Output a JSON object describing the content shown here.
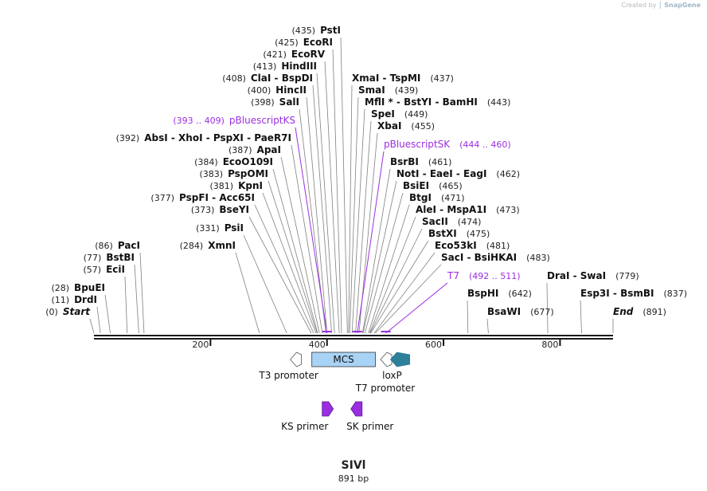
{
  "credit": {
    "prefix": "Created by",
    "brand": "SnapGene"
  },
  "map": {
    "name": "SIVl",
    "length": "891 bp"
  },
  "scale": {
    "start": 0,
    "end": 891
  },
  "ticks": [
    {
      "label": "200",
      "pos": 200
    },
    {
      "label": "400",
      "pos": 400
    },
    {
      "label": "600",
      "pos": 600
    },
    {
      "label": "800",
      "pos": 800
    }
  ],
  "sites": [
    {
      "pos": "(435)",
      "name": "PstI",
      "p": 435
    },
    {
      "pos": "(425)",
      "name": "EcoRI",
      "p": 425
    },
    {
      "pos": "(421)",
      "name": "EcoRV",
      "p": 421
    },
    {
      "pos": "(413)",
      "name": "HindIII",
      "p": 413
    },
    {
      "pos": "(408)",
      "name": "ClaI  -  BspDI",
      "p": 408
    },
    {
      "pos": "(400)",
      "name": "HincII",
      "p": 400
    },
    {
      "pos": "(398)",
      "name": "SalI",
      "p": 398
    },
    {
      "pos": "(393 .. 409)",
      "name": "pBluescriptKS",
      "p": 400,
      "feature": true
    },
    {
      "pos": "(392)",
      "name": "AbsI  -  XhoI  -  PspXI  -  PaeR7I",
      "p": 392
    },
    {
      "pos": "(387)",
      "name": "ApaI",
      "p": 387
    },
    {
      "pos": "(384)",
      "name": "EcoO109I",
      "p": 384
    },
    {
      "pos": "(383)",
      "name": "PspOMI",
      "p": 383
    },
    {
      "pos": "(381)",
      "name": "KpnI",
      "p": 381
    },
    {
      "pos": "(377)",
      "name": "PspFI  -  Acc65I",
      "p": 377
    },
    {
      "pos": "(373)",
      "name": "BseYI",
      "p": 373
    },
    {
      "pos": "(331)",
      "name": "PsiI",
      "p": 331
    },
    {
      "pos": "(284)",
      "name": "XmnI",
      "p": 284
    },
    {
      "pos": "(86)",
      "name": "PacI",
      "p": 86
    },
    {
      "pos": "(77)",
      "name": "BstBI",
      "p": 77
    },
    {
      "pos": "(57)",
      "name": "EciI",
      "p": 57
    },
    {
      "pos": "(28)",
      "name": "BpuEI",
      "p": 28
    },
    {
      "pos": "(11)",
      "name": "DrdI",
      "p": 11
    },
    {
      "pos": "(0)",
      "name": "Start",
      "p": 0,
      "italic": true
    },
    {
      "pos": "(437)",
      "name": "XmaI  -  TspMI",
      "p": 437
    },
    {
      "pos": "(439)",
      "name": "SmaI",
      "p": 439
    },
    {
      "pos": "(443)",
      "name": "MflI *  -  BstYI  -  BamHI",
      "p": 443
    },
    {
      "pos": "(449)",
      "name": "SpeI",
      "p": 449
    },
    {
      "pos": "(455)",
      "name": "XbaI",
      "p": 455
    },
    {
      "pos": "(444 .. 460)",
      "name": "pBluescriptSK",
      "p": 452,
      "feature": true
    },
    {
      "pos": "(461)",
      "name": "BsrBI",
      "p": 461
    },
    {
      "pos": "(462)",
      "name": "NotI  -  EaeI  -  EagI",
      "p": 462
    },
    {
      "pos": "(465)",
      "name": "BsiEI",
      "p": 465
    },
    {
      "pos": "(471)",
      "name": "BtgI",
      "p": 471
    },
    {
      "pos": "(473)",
      "name": "AleI  -  MspA1I",
      "p": 473
    },
    {
      "pos": "(474)",
      "name": "SacII",
      "p": 474
    },
    {
      "pos": "(475)",
      "name": "BstXI",
      "p": 475
    },
    {
      "pos": "(481)",
      "name": "Eco53kI",
      "p": 481
    },
    {
      "pos": "(483)",
      "name": "SacI  -  BsiHKAI",
      "p": 483
    },
    {
      "pos": "(492 .. 511)",
      "name": "T7",
      "p": 501,
      "feature": true
    },
    {
      "pos": "(642)",
      "name": "BspHI",
      "p": 642
    },
    {
      "pos": "(677)",
      "name": "BsaWI",
      "p": 677
    },
    {
      "pos": "(779)",
      "name": "DraI  -  SwaI",
      "p": 779
    },
    {
      "pos": "(837)",
      "name": "Esp3I  -  BsmBI",
      "p": 837
    },
    {
      "pos": "(891)",
      "name": "End",
      "p": 891,
      "italic": true
    }
  ],
  "features": [
    {
      "name": "T3 promoter",
      "type": "promoter",
      "dir": "rev",
      "start": 337,
      "end": 356,
      "color": "#ffffff"
    },
    {
      "name": "MCS",
      "type": "box",
      "start": 374,
      "end": 483,
      "color": "#a9d3f5"
    },
    {
      "name": "T7 promoter",
      "type": "promoter",
      "dir": "rev",
      "start": 492,
      "end": 511,
      "color": "#ffffff"
    },
    {
      "name": "loxP",
      "type": "arrow",
      "dir": "rev",
      "start": 509,
      "end": 542,
      "color": "#2e7f9a"
    }
  ],
  "primers": [
    {
      "name": "KS primer",
      "dir": "fwd",
      "p": 400,
      "color": "#9a2ee0"
    },
    {
      "name": "SK primer",
      "dir": "rev",
      "p": 452,
      "color": "#9a2ee0"
    }
  ],
  "colors": {
    "feature_label": "#9a2ee0",
    "backbone": "#1a1a1a",
    "line": "#808080"
  }
}
